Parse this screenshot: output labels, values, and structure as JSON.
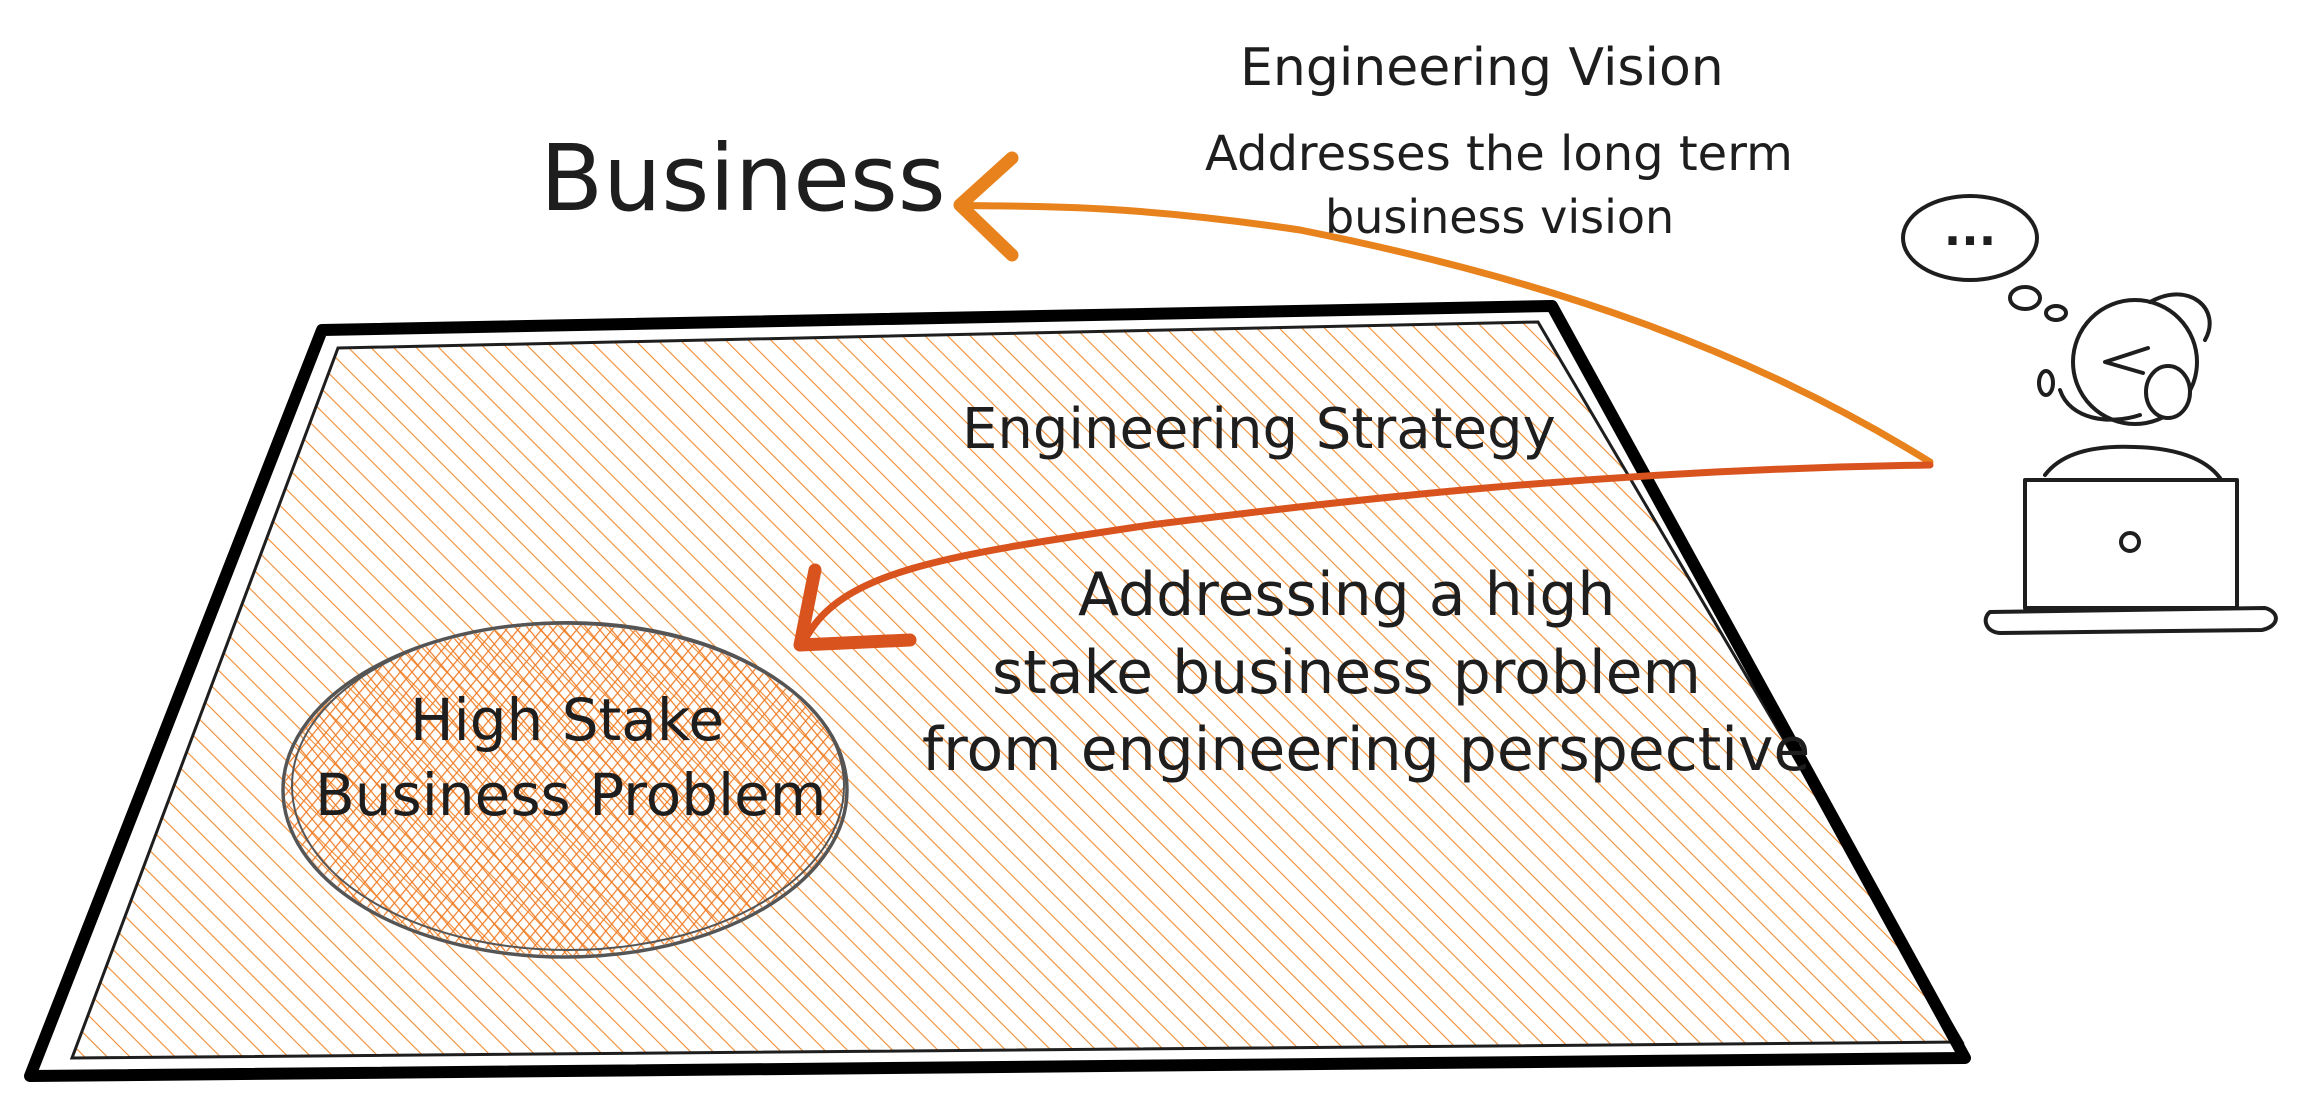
{
  "labels": {
    "business": "Business",
    "engineering_vision_title": "Engineering Vision",
    "engineering_vision_desc_line1": "Addresses the long term",
    "engineering_vision_desc_line2": "business vision",
    "engineering_strategy_title": "Engineering Strategy",
    "strategy_desc_line1": "Addressing a high",
    "strategy_desc_line2": "stake business problem",
    "strategy_desc_line3": "from engineering perspective",
    "problem_line1": "High Stake",
    "problem_line2": "Business Problem",
    "thought_bubble": "..."
  },
  "colors": {
    "ink": "#1e1e1e",
    "hatch_orange": "#f08c32",
    "vision_arrow": "#e8821c",
    "strategy_arrow": "#d9531e",
    "problem_fill": "#f07d28"
  },
  "icons": [
    "thought-bubble-icon",
    "engineer-person-icon",
    "laptop-icon"
  ]
}
